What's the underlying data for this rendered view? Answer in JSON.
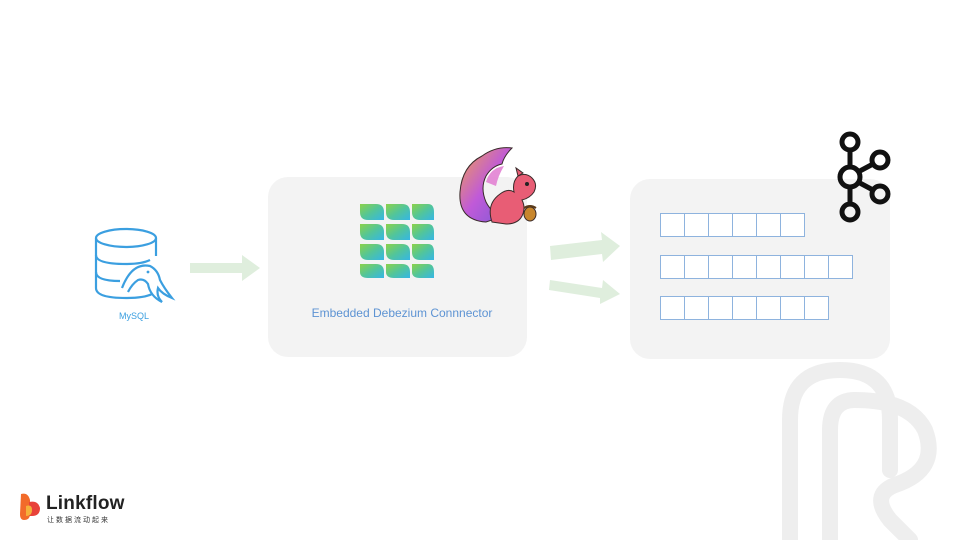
{
  "source": {
    "label": "MySQL",
    "icon": "mysql-database-icon"
  },
  "connector": {
    "label": "Embedded Debezium Connnector",
    "icon": "debezium-logo-icon",
    "engine_icon": "flink-squirrel-icon"
  },
  "sink": {
    "icon": "kafka-logo-icon",
    "partitions": [
      {
        "cells": 6
      },
      {
        "cells": 8
      },
      {
        "cells": 7
      }
    ]
  },
  "brand": {
    "name": "Linkflow",
    "tagline": "让数据流动起来"
  },
  "colors": {
    "accent_blue": "#3b9fe0",
    "label_blue": "#5d93d3",
    "arrow_green": "#dfeedd",
    "box_gray": "#f3f3f3",
    "cell_border": "#8eb3de"
  }
}
